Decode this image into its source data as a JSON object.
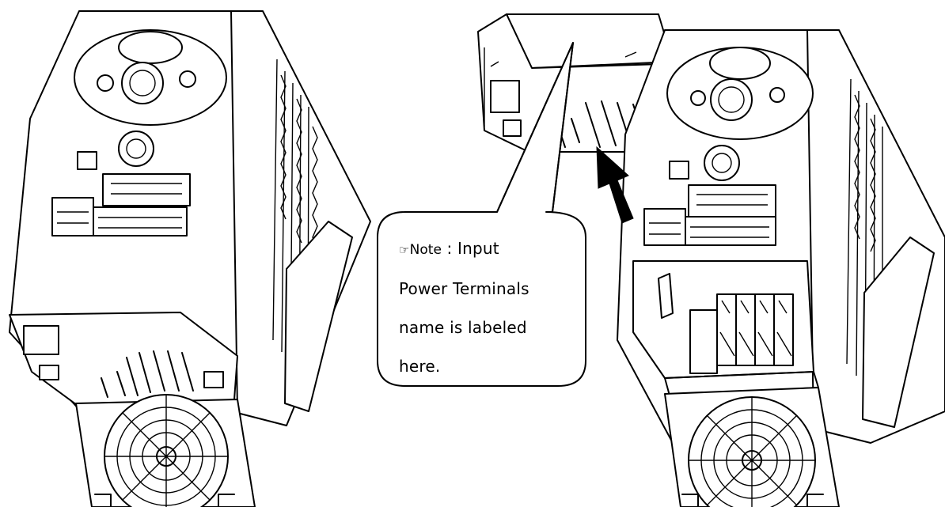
{
  "note": {
    "icon": "☞",
    "label": "Note",
    "separator": " : ",
    "lines": [
      "Input",
      "Power Terminals",
      "name is labeled",
      "here."
    ]
  },
  "colors": {
    "line": "#000000",
    "background": "#ffffff",
    "arrow": "#000000"
  },
  "icons": [
    "pointing-hand-icon",
    "fan-icon",
    "dial-icon",
    "arrow-icon"
  ]
}
